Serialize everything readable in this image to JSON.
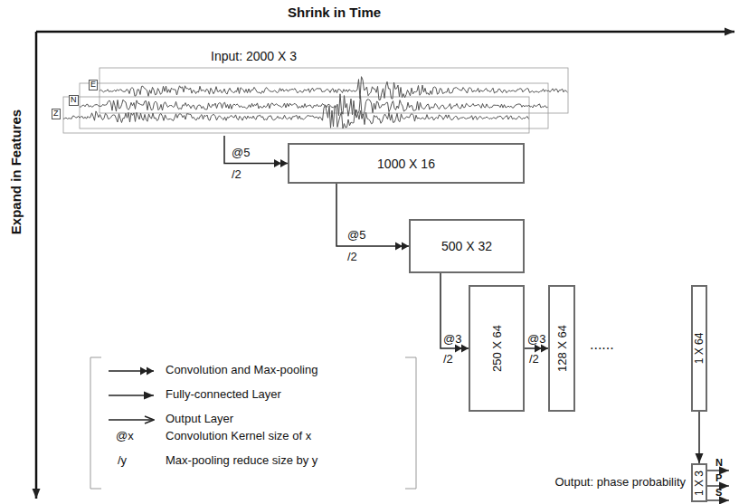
{
  "diagram": {
    "nodes": [
      {
        "text": [
          "Input: 2000 X 3"
        ]
      },
      {
        "text": [
          "1000 X 16"
        ]
      },
      {
        "text": [
          "500 X 32"
        ]
      },
      {
        "text": [
          "250 X 64"
        ]
      },
      {
        "text": [
          "128 X 64"
        ]
      },
      {
        "text": [
          "1 X 64"
        ]
      },
      {
        "text": [
          "Output: phase probability",
          "1 X 3"
        ]
      }
    ],
    "edges": [
      {
        "from": 0,
        "to": 1,
        "arrow": "to",
        "label": "@5"
      },
      {
        "from": 1,
        "to": 2,
        "arrow": "to",
        "label": "@5"
      },
      {
        "from": 2,
        "to": 3,
        "arrow": "to",
        "label": "@3"
      },
      {
        "from": 3,
        "to": 4,
        "arrow": "to",
        "label": "@3"
      },
      {
        "from": 5,
        "to": 6,
        "arrow": "to"
      }
    ],
    "labels": [
      "Shrink in Time",
      "Expand in Features",
      "Z",
      "N",
      "E",
      "/2",
      "/2",
      "/2",
      "/2",
      "......",
      "@x",
      "/y",
      "N",
      "P",
      "S"
    ],
    "legend": [
      {
        "text": "Convolution and Max-pooling"
      },
      {
        "text": "Fully-connected Layer"
      },
      {
        "text": "Output Layer"
      },
      {
        "text": "Convolution Kernel size of x"
      },
      {
        "text": "Max-pooling reduce size by y"
      }
    ]
  }
}
